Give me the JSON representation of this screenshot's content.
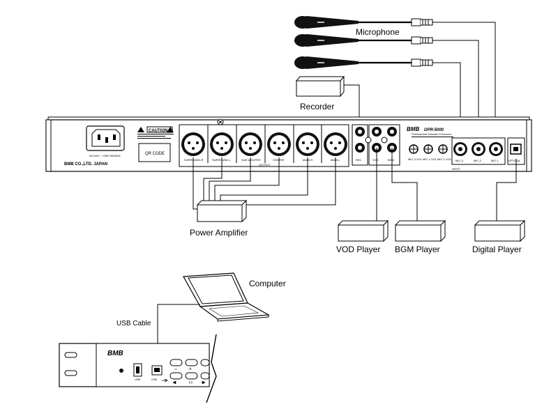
{
  "labels": {
    "microphone": "Microphone",
    "recorder": "Recorder",
    "power_amplifier": "Power Amplifier",
    "vod_player": "VOD Player",
    "bgm_player": "BGM Player",
    "digital_player": "Digital Player",
    "computer": "Computer",
    "usb_cable": "USB Cable"
  },
  "rear_panel": {
    "power_rating": "AC100V ~ 240V 50/60Hz",
    "caution": "CAUTION",
    "qr_code": "QR CODE",
    "maker": "BMB CO.,LTD. JAPAN",
    "brand_logo": "BMB",
    "model": "DPR-5000",
    "model_subtitle": "Professional Karaoke Processor",
    "output_label": "OUTPUT",
    "input_label": "INPUT",
    "outputs": [
      "SURROUND-R",
      "SURROUND-L",
      "SUB WOOFER",
      "CENTER",
      "MAIN-R",
      "MAIN-L"
    ],
    "rca_jacks": [
      "REC",
      "VOD",
      "BGM"
    ],
    "vol_knobs": [
      "MIC-3 VOL",
      "MIC-2 VOL",
      "MIC-1 VOL"
    ],
    "mic_inputs": [
      "MIC-3",
      "MIC-2",
      "MIC-1"
    ],
    "optical": "OPTICAL"
  },
  "front_panel": {
    "brand_logo": "BMB",
    "usb_label": "USB",
    "usb_b_label": "USB"
  },
  "colors": {
    "line": "#000000",
    "panel_fill": "#ffffff",
    "jack_fill": "#1a1a1a"
  }
}
